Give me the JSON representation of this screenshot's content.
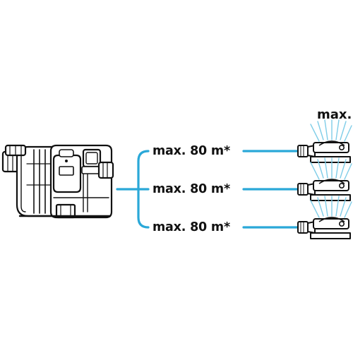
{
  "header_label": "max.",
  "branches": [
    {
      "label": "max. 80 m*"
    },
    {
      "label": "max. 80 m*"
    },
    {
      "label": "max. 80 m*"
    }
  ],
  "colors": {
    "pipe": "#2aa8d8",
    "spray": "#7fcde8",
    "outline": "#111111"
  },
  "icons": {
    "pump": "pump-icon",
    "sprinkler": "sprinkler-icon"
  }
}
